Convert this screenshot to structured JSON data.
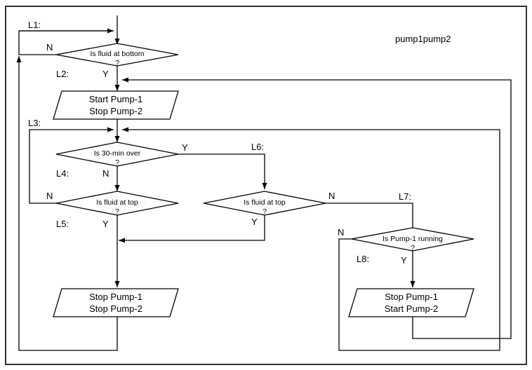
{
  "title": "pump1pump2",
  "labels": {
    "l1": "L1:",
    "l2": "L2:",
    "l3": "L3:",
    "l4": "L4:",
    "l5": "L5:",
    "l6": "L6:",
    "l7": "L7:",
    "l8": "L8:"
  },
  "branches": {
    "yes": "Y",
    "no": "N"
  },
  "decisions": {
    "fluid_bottom": {
      "line1": "Is fluid at bottom",
      "line2": "?"
    },
    "thirty_min": {
      "line1": "Is 30-min over",
      "line2": "?"
    },
    "fluid_top_left": {
      "line1": "Is fluid at top",
      "line2": "?"
    },
    "fluid_top_mid": {
      "line1": "Is fluid at top",
      "line2": "?"
    },
    "pump1_running": {
      "line1": "Is Pump-1 running",
      "line2": "?"
    }
  },
  "processes": {
    "start_p1_stop_p2": {
      "line1": "Start Pump-1",
      "line2": "Stop Pump-2"
    },
    "stop_p1_stop_p2": {
      "line1": "Stop Pump-1",
      "line2": "Stop Pump-2"
    },
    "stop_p1_start_p2": {
      "line1": "Stop Pump-1",
      "line2": "Start Pump-2"
    }
  }
}
